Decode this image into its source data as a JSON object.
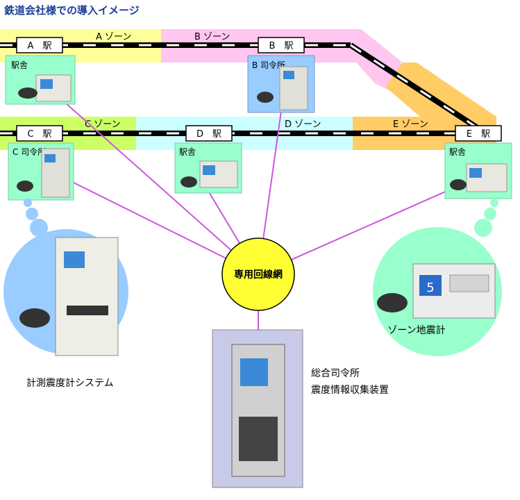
{
  "title": "鉄道会社様での導入イメージ",
  "zones": {
    "a": "A ゾーン",
    "b": "B ゾーン",
    "c": "C ゾーン",
    "d": "D ゾーン",
    "e": "E ゾーン"
  },
  "stations": {
    "a": "A　駅",
    "b": "B　駅",
    "c": "C　駅",
    "d": "D　駅",
    "e": "E　駅"
  },
  "facility_labels": {
    "a": "駅舎",
    "b": "B 司令所",
    "c": "C 司令所",
    "d": "駅舎",
    "e": "駅舎"
  },
  "hub": "専用回線網",
  "left_bubble_caption": "計測震度計システム",
  "right_bubble_caption": "ゾーン地震計",
  "center_caption": {
    "line1": "総合司令所",
    "line2": "震度情報収集装置"
  },
  "device_screen_value": "5",
  "colors": {
    "title": "#1b3f95",
    "zone_a": "#ffff99",
    "zone_b": "#ffc6f0",
    "zone_c": "#ccff66",
    "zone_d": "#ccffff",
    "zone_e": "#ffcc66",
    "photo_bg": "#99ffcc",
    "photo_bg_b": "#99ccff",
    "link_line": "#cc55dd",
    "hub_fill": "#ffff33",
    "bubble_left": "#99ccff",
    "bubble_right": "#99ffcc"
  }
}
